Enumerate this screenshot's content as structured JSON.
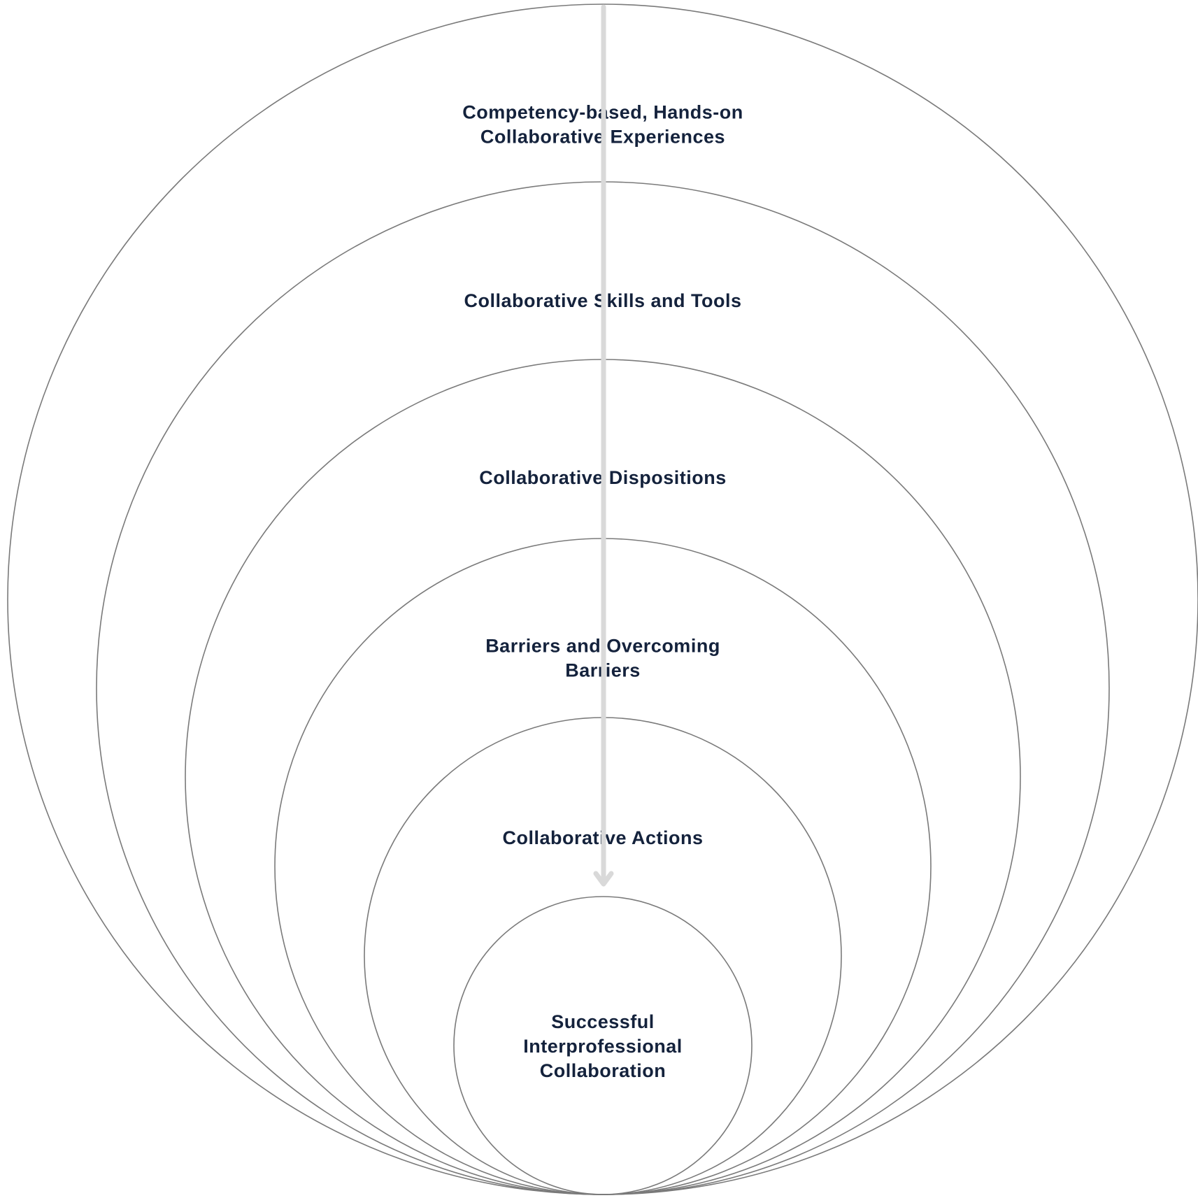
{
  "rings": [
    {
      "id": "hands-on",
      "lines": [
        "Competency-based, Hands-on",
        "Collaborative Experiences"
      ]
    },
    {
      "id": "skills-tools",
      "lines": [
        "Collaborative Skills and Tools"
      ]
    },
    {
      "id": "dispositions",
      "lines": [
        "Collaborative Dispositions"
      ]
    },
    {
      "id": "barriers",
      "lines": [
        "Barriers and Overcoming",
        "Barriers"
      ]
    },
    {
      "id": "actions",
      "lines": [
        "Collaborative Actions"
      ]
    },
    {
      "id": "core",
      "lines": [
        "Successful",
        "Interprofessional",
        "Collaboration"
      ]
    }
  ],
  "colors": {
    "ring_stroke": "#7a7a7a",
    "label_text": "#14223c",
    "arrow": "#d9d9d9"
  },
  "arrow": {
    "direction": "down",
    "meaning": ""
  }
}
